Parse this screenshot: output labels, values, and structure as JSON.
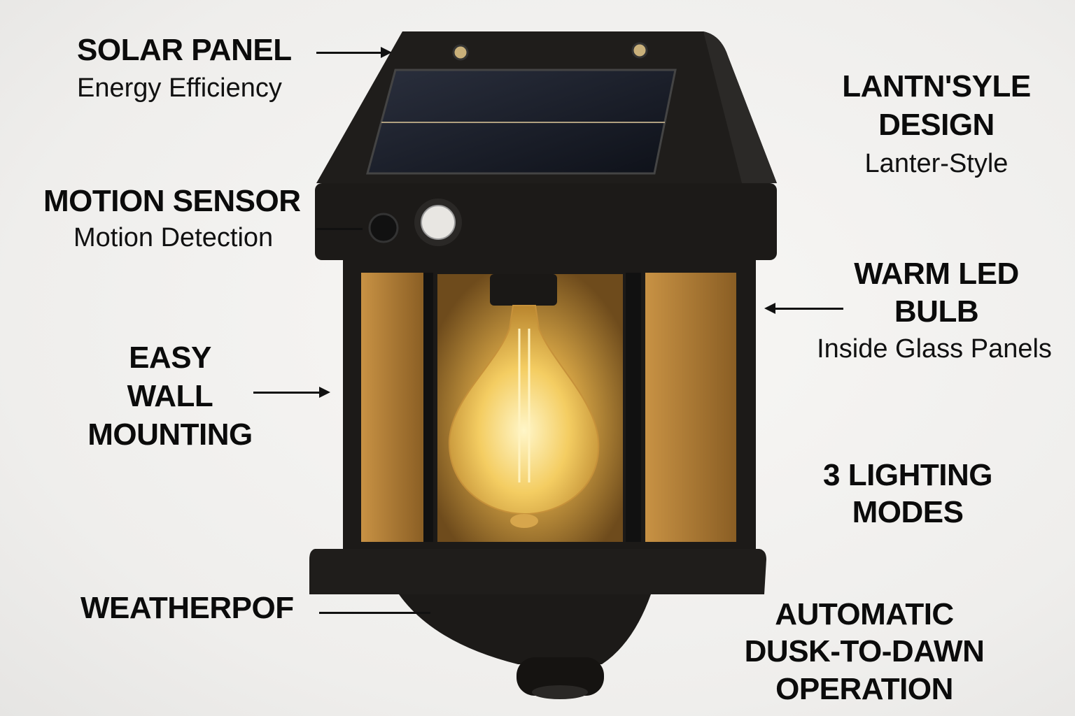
{
  "labels": {
    "solar_panel": {
      "title": "SOLAR PANEL",
      "subtitle": "Energy Efficiency"
    },
    "motion_sensor": {
      "title": "MOTION SENSOR",
      "subtitle": "Motion Detection"
    },
    "easy_mounting": {
      "lines": [
        "EASY",
        "WALL",
        "MOUNTING"
      ]
    },
    "weatherproof": {
      "title": "WEATHERPOF"
    },
    "lantern_style": {
      "lines": [
        "LANTN'SYLE",
        "DESIGN"
      ],
      "subtitle": "Lanter-Style"
    },
    "warm_led": {
      "lines": [
        "WARM LED",
        "BULB"
      ],
      "subtitle": "Inside Glass Panels"
    },
    "lighting_modes": {
      "lines": [
        "3 LIGHTING",
        "MODES"
      ]
    },
    "dusk_to_dawn": {
      "lines": [
        "AUTOMATIC",
        "DUSK-TO-DAWN",
        "OPERATION"
      ]
    }
  },
  "colors": {
    "lamp_body": "#1c1a18",
    "glow": "#f5c24a",
    "background": "#f1f0ee"
  }
}
